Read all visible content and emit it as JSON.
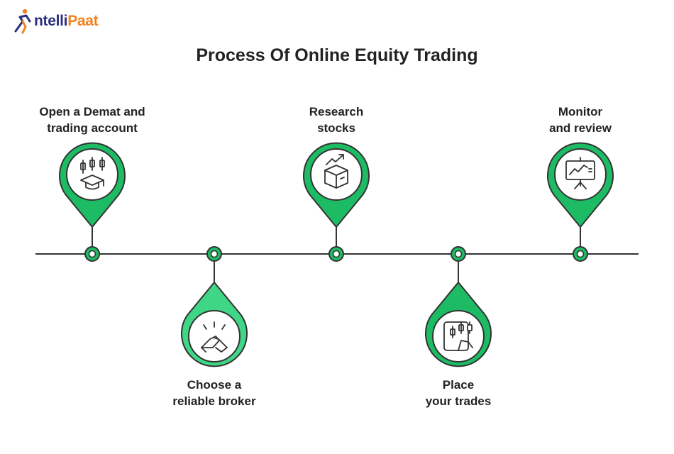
{
  "logo": {
    "part1": "ntelli",
    "part2": "Paat"
  },
  "title": "Process Of Online Equity Trading",
  "colors": {
    "pin": "#1dbc64",
    "pin_light": "#3fd685",
    "line": "#333333",
    "icon_bg": "#ffffff"
  },
  "steps": [
    {
      "line1": "Open a Demat and",
      "line2": "trading account",
      "icon": "candlestick-graduation-cap-icon",
      "position": "top"
    },
    {
      "line1": "Choose a",
      "line2": "reliable broker",
      "icon": "handshake-icon",
      "position": "bottom"
    },
    {
      "line1": "Research",
      "line2": "stocks",
      "icon": "box-growth-chart-icon",
      "position": "top"
    },
    {
      "line1": "Place",
      "line2": "your trades",
      "icon": "tablet-candlestick-icon",
      "position": "bottom"
    },
    {
      "line1": "Monitor",
      "line2": "and review",
      "icon": "presentation-board-chart-icon",
      "position": "top"
    }
  ]
}
